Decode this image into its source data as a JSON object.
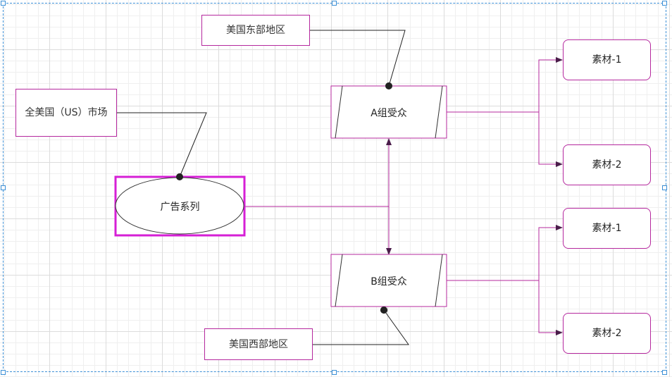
{
  "diagram": {
    "nodes": {
      "east": "美国东部地区",
      "all_us": "全美国（US）市场",
      "campaign": "广告系列",
      "group_a": "A组受众",
      "group_b": "B组受众",
      "west": "美国西部地区",
      "a_asset_1": "素材-1",
      "a_asset_2": "素材-2",
      "b_asset_1": "素材-1",
      "b_asset_2": "素材-2"
    }
  },
  "colors": {
    "node_border": "#b5289e",
    "campaign_border": "#d61fd6",
    "connector": "#b5289e",
    "annotation_line": "#222222",
    "selection": "#3b8fd6"
  }
}
